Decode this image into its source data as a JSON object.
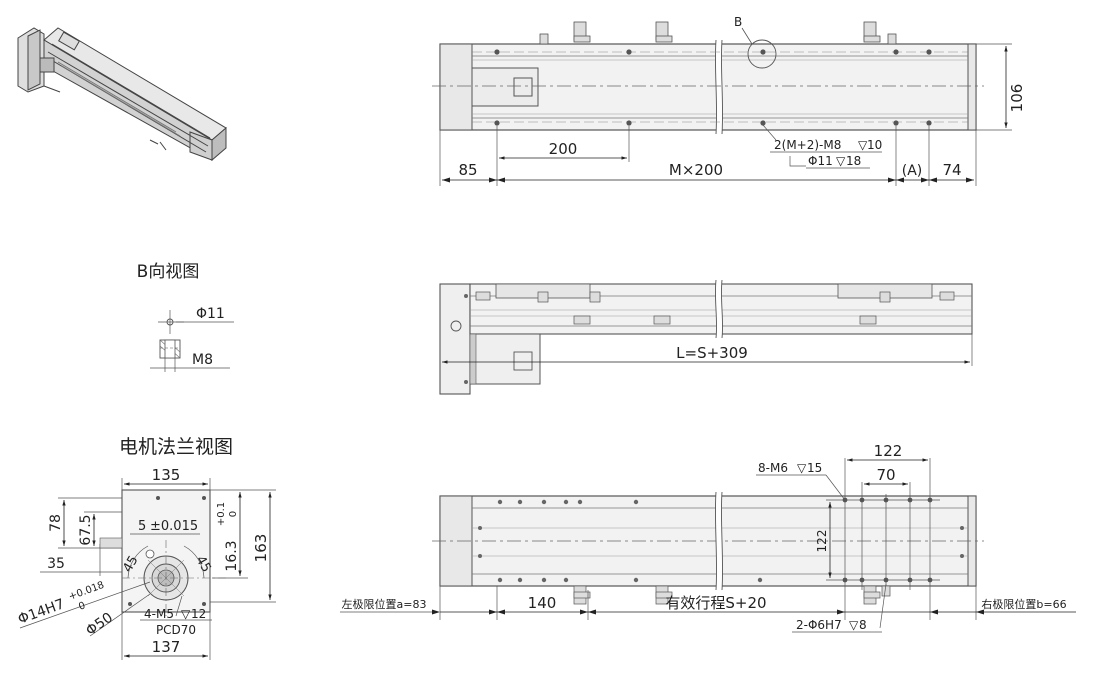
{
  "colors": {
    "line": "#555555",
    "dim": "#222222",
    "body_fill": "#eeeeee",
    "rail_fill": "#dcdcdc",
    "dark_fill": "#9a9a9a"
  },
  "top_view": {
    "callout_b": "B",
    "dims": {
      "d85": "85",
      "d200": "200",
      "mx200": "M×200",
      "a": "(A)",
      "d74": "74",
      "d106": "106"
    },
    "hole_note": "2(M+2)-M8",
    "hole_depth": "10",
    "cbore_note": "Φ11",
    "cbore_depth": "18"
  },
  "b_view": {
    "title": "B向视图",
    "d11": "Φ11",
    "m8": "M8"
  },
  "side_view": {
    "length": "L=S+309"
  },
  "flange_view": {
    "title": "电机法兰视图",
    "d135": "135",
    "d78": "78",
    "d67_5": "67.5",
    "d5": "5",
    "tol5": "±0.015",
    "d16_3": "16.3",
    "tol_up_a": "+0.1",
    "tol_lo_a": "0",
    "d163": "163",
    "d35": "35",
    "d45_left": "45",
    "d45_right": "45",
    "d14h7": "Φ14H7",
    "tol_up_b": "+0.018",
    "tol_lo_b": "0",
    "d50": "Φ50",
    "bolt_note": "4-M5",
    "bolt_depth": "12",
    "pcd": "PCD70",
    "d137": "137"
  },
  "bottom_view": {
    "d122_top": "122",
    "d70": "70",
    "hole_note": "8-M6",
    "hole_depth": "15",
    "d122_side": "122",
    "left_limit": "左极限位置a=83",
    "d140": "140",
    "stroke": "有效行程S+20",
    "right_limit": "右极限位置b=66",
    "pin_note": "2-Φ6H7",
    "pin_depth": "8"
  }
}
